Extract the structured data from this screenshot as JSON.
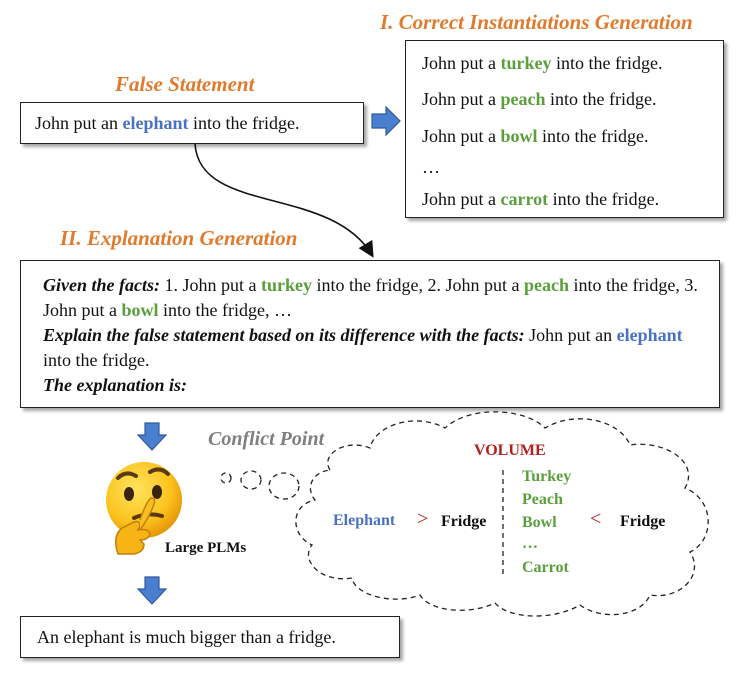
{
  "false_statement": {
    "title": "False Statement",
    "pre": "John put an ",
    "highlight": "elephant",
    "post": " into the fridge."
  },
  "instantiations": {
    "title": "I. Correct Instantiations Generation",
    "items": [
      {
        "pre": "John put a ",
        "highlight": "turkey",
        "post": " into the fridge."
      },
      {
        "pre": "John put a ",
        "highlight": "peach",
        "post": " into the fridge."
      },
      {
        "pre": "John put a ",
        "highlight": "bowl",
        "post": " into the fridge."
      },
      {
        "ellipsis": "…"
      },
      {
        "pre": "John put a ",
        "highlight": "carrot",
        "post": " into the fridge."
      }
    ]
  },
  "explanation": {
    "title": "II. Explanation Generation",
    "given_label": "Given the facts:",
    "f1_pre": " 1. John put a ",
    "f1_obj": "turkey",
    "f1_post": " into the fridge, 2. John put a ",
    "f2_obj": "peach",
    "f2_post": " into the fridge, 3. John put a ",
    "f3_obj": "bowl",
    "f3_post": " into the fridge, …",
    "instr_label": "Explain the false statement based on its difference with the facts:",
    "instr_pre": " John put an ",
    "instr_obj": "elephant",
    "instr_post": " into the fridge.",
    "answer_label": "The explanation is:"
  },
  "conflict": {
    "title": "Conflict Point",
    "volume": "VOLUME",
    "left_item": "Elephant",
    "gt": ">",
    "left_fridge": "Fridge",
    "right_items": [
      "Turkey",
      "Peach",
      "Bowl",
      "…",
      "Carrot"
    ],
    "lt": "<",
    "right_fridge": "Fridge"
  },
  "model_label": "Large PLMs",
  "output": "An elephant is much bigger than a fridge.",
  "colors": {
    "title_orange": "#e07b2e",
    "correct_green": "#5a9f3c",
    "false_blue": "#4a72c4",
    "volume_red": "#b3201d",
    "conflict_gray": "#7f7f7f",
    "arrow_blue": "#4a7fcf"
  }
}
